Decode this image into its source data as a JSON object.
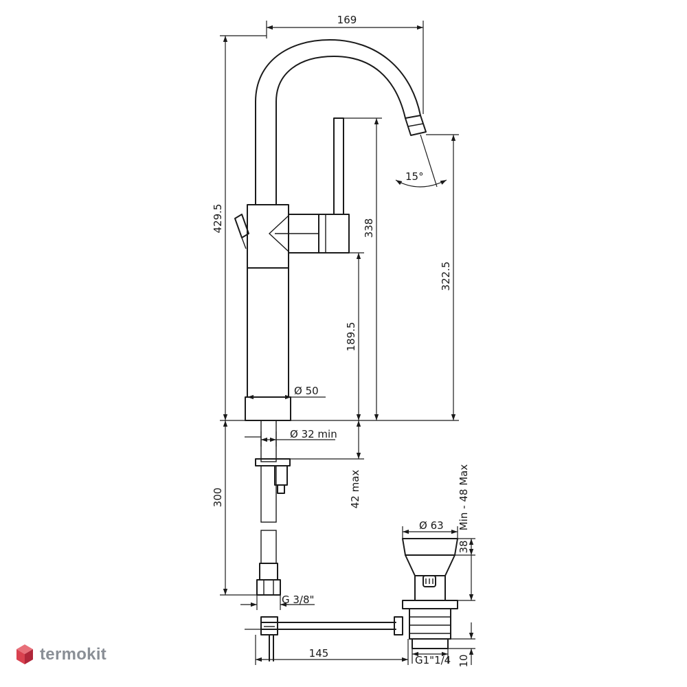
{
  "dimensions": {
    "width_top": "169",
    "height_total": "429.5",
    "height_lever": "338",
    "height_spout": "322.5",
    "height_body": "189.5",
    "angle": "15°",
    "body_diameter": "Ø 50",
    "hole_diameter": "Ø 32 min",
    "max_thickness": "42 max",
    "hose_length": "300",
    "connection": "G 3/8\"",
    "rod_length": "145",
    "waste_diameter": "Ø 63",
    "waste_height": "38",
    "waste_range": "Min - 48 Max",
    "waste_thread": "G1\"1/4",
    "thread_height": "10"
  },
  "brand": {
    "name": "termokit",
    "colors": {
      "top": "#e8707a",
      "left": "#d9414f",
      "right": "#b0273a",
      "text": "#8a8f96"
    }
  }
}
